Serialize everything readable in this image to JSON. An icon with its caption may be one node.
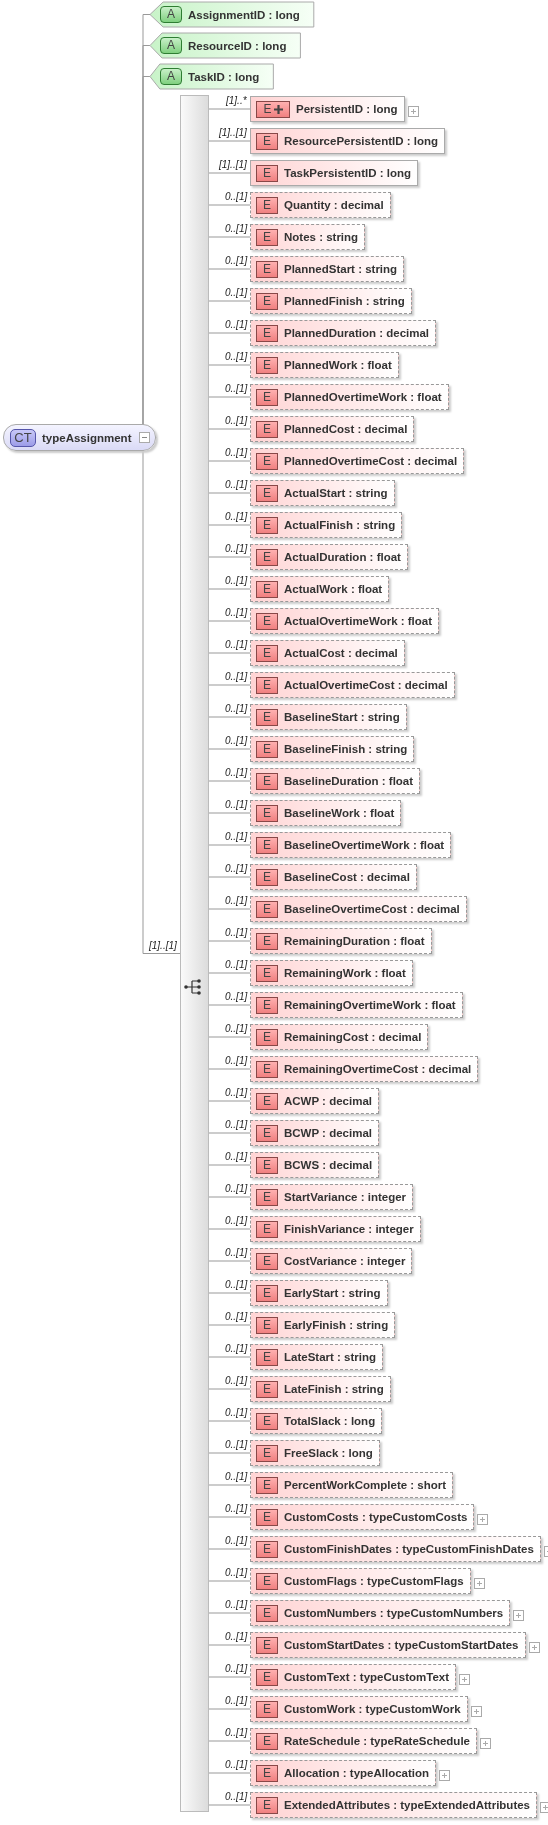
{
  "diagram": {
    "nodes": [
      {
        "text": [
          "CT",
          "typeAssignment"
        ]
      },
      {
        "text": [
          "A",
          "AssignmentID : long"
        ]
      },
      {
        "text": [
          "A",
          "ResourceID : long"
        ]
      },
      {
        "text": [
          "A",
          "TaskID : long"
        ]
      },
      {
        "text": [],
        "shape": "bar"
      },
      {
        "text": [
          "E",
          "PersistentID : long"
        ]
      },
      {
        "text": [
          "E",
          "ResourcePersistentID : long"
        ]
      },
      {
        "text": [
          "E",
          "TaskPersistentID : long"
        ]
      },
      {
        "text": [
          "E",
          "Quantity : decimal"
        ]
      },
      {
        "text": [
          "E",
          "Notes : string"
        ]
      },
      {
        "text": [
          "E",
          "PlannedStart : string"
        ]
      },
      {
        "text": [
          "E",
          "PlannedFinish : string"
        ]
      },
      {
        "text": [
          "E",
          "PlannedDuration : decimal"
        ]
      },
      {
        "text": [
          "E",
          "PlannedWork : float"
        ]
      },
      {
        "text": [
          "E",
          "PlannedOvertimeWork : float"
        ]
      },
      {
        "text": [
          "E",
          "PlannedCost : decimal"
        ]
      },
      {
        "text": [
          "E",
          "PlannedOvertimeCost : decimal"
        ]
      },
      {
        "text": [
          "E",
          "ActualStart : string"
        ]
      },
      {
        "text": [
          "E",
          "ActualFinish : string"
        ]
      },
      {
        "text": [
          "E",
          "ActualDuration : float"
        ]
      },
      {
        "text": [
          "E",
          "ActualWork : float"
        ]
      },
      {
        "text": [
          "E",
          "ActualOvertimeWork : float"
        ]
      },
      {
        "text": [
          "E",
          "ActualCost : decimal"
        ]
      },
      {
        "text": [
          "E",
          "ActualOvertimeCost : decimal"
        ]
      },
      {
        "text": [
          "E",
          "BaselineStart : string"
        ]
      },
      {
        "text": [
          "E",
          "BaselineFinish : string"
        ]
      },
      {
        "text": [
          "E",
          "BaselineDuration : float"
        ]
      },
      {
        "text": [
          "E",
          "BaselineWork : float"
        ]
      },
      {
        "text": [
          "E",
          "BaselineOvertimeWork : float"
        ]
      },
      {
        "text": [
          "E",
          "BaselineCost : decimal"
        ]
      },
      {
        "text": [
          "E",
          "BaselineOvertimeCost : decimal"
        ]
      },
      {
        "text": [
          "E",
          "RemainingDuration : float"
        ]
      },
      {
        "text": [
          "E",
          "RemainingWork : float"
        ]
      },
      {
        "text": [
          "E",
          "RemainingOvertimeWork : float"
        ]
      },
      {
        "text": [
          "E",
          "RemainingCost : decimal"
        ]
      },
      {
        "text": [
          "E",
          "RemainingOvertimeCost : decimal"
        ]
      },
      {
        "text": [
          "E",
          "ACWP : decimal"
        ]
      },
      {
        "text": [
          "E",
          "BCWP : decimal"
        ]
      },
      {
        "text": [
          "E",
          "BCWS : decimal"
        ]
      },
      {
        "text": [
          "E",
          "StartVariance : integer"
        ]
      },
      {
        "text": [
          "E",
          "FinishVariance : integer"
        ]
      },
      {
        "text": [
          "E",
          "CostVariance : integer"
        ]
      },
      {
        "text": [
          "E",
          "EarlyStart : string"
        ]
      },
      {
        "text": [
          "E",
          "EarlyFinish : string"
        ]
      },
      {
        "text": [
          "E",
          "LateStart : string"
        ]
      },
      {
        "text": [
          "E",
          "LateFinish : string"
        ]
      },
      {
        "text": [
          "E",
          "TotalSlack : long"
        ]
      },
      {
        "text": [
          "E",
          "FreeSlack : long"
        ]
      },
      {
        "text": [
          "E",
          "PercentWorkComplete : short"
        ]
      },
      {
        "text": [
          "E",
          "CustomCosts : typeCustomCosts"
        ]
      },
      {
        "text": [
          "E",
          "CustomFinishDates : typeCustomFinishDates"
        ]
      },
      {
        "text": [
          "E",
          "CustomFlags : typeCustomFlags"
        ]
      },
      {
        "text": [
          "E",
          "CustomNumbers : typeCustomNumbers"
        ]
      },
      {
        "text": [
          "E",
          "CustomStartDates : typeCustomStartDates"
        ]
      },
      {
        "text": [
          "E",
          "CustomText : typeCustomText"
        ]
      },
      {
        "text": [
          "E",
          "CustomWork : typeCustomWork"
        ]
      },
      {
        "text": [
          "E",
          "RateSchedule : typeRateSchedule"
        ]
      },
      {
        "text": [
          "E",
          "Allocation : typeAllocation"
        ]
      },
      {
        "text": [
          "E",
          "ExtendedAttributes : typeExtendedAttributes"
        ]
      }
    ],
    "edges": [
      {
        "from": 0,
        "to": 1,
        "arrow": "none"
      },
      {
        "from": 0,
        "to": 2,
        "arrow": "none"
      },
      {
        "from": 0,
        "to": 3,
        "arrow": "none"
      },
      {
        "from": 0,
        "to": 4,
        "arrow": "none",
        "label": "[1]..[1]"
      },
      {
        "from": 4,
        "to": 5,
        "arrow": "none",
        "label": "[1]..*"
      },
      {
        "from": 4,
        "to": 6,
        "arrow": "none",
        "label": "[1]..[1]"
      },
      {
        "from": 4,
        "to": 7,
        "arrow": "none",
        "label": "[1]..[1]"
      },
      {
        "from": 4,
        "to": 8,
        "arrow": "none",
        "label": "0..[1]"
      },
      {
        "from": 4,
        "to": 9,
        "arrow": "none",
        "label": "0..[1]"
      },
      {
        "from": 4,
        "to": 10,
        "arrow": "none",
        "label": "0..[1]"
      },
      {
        "from": 4,
        "to": 11,
        "arrow": "none",
        "label": "0..[1]"
      },
      {
        "from": 4,
        "to": 12,
        "arrow": "none",
        "label": "0..[1]"
      },
      {
        "from": 4,
        "to": 13,
        "arrow": "none",
        "label": "0..[1]"
      },
      {
        "from": 4,
        "to": 14,
        "arrow": "none",
        "label": "0..[1]"
      },
      {
        "from": 4,
        "to": 15,
        "arrow": "none",
        "label": "0..[1]"
      },
      {
        "from": 4,
        "to": 16,
        "arrow": "none",
        "label": "0..[1]"
      },
      {
        "from": 4,
        "to": 17,
        "arrow": "none",
        "label": "0..[1]"
      },
      {
        "from": 4,
        "to": 18,
        "arrow": "none",
        "label": "0..[1]"
      },
      {
        "from": 4,
        "to": 19,
        "arrow": "none",
        "label": "0..[1]"
      },
      {
        "from": 4,
        "to": 20,
        "arrow": "none",
        "label": "0..[1]"
      },
      {
        "from": 4,
        "to": 21,
        "arrow": "none",
        "label": "0..[1]"
      },
      {
        "from": 4,
        "to": 22,
        "arrow": "none",
        "label": "0..[1]"
      },
      {
        "from": 4,
        "to": 23,
        "arrow": "none",
        "label": "0..[1]"
      },
      {
        "from": 4,
        "to": 24,
        "arrow": "none",
        "label": "0..[1]"
      },
      {
        "from": 4,
        "to": 25,
        "arrow": "none",
        "label": "0..[1]"
      },
      {
        "from": 4,
        "to": 26,
        "arrow": "none",
        "label": "0..[1]"
      },
      {
        "from": 4,
        "to": 27,
        "arrow": "none",
        "label": "0..[1]"
      },
      {
        "from": 4,
        "to": 28,
        "arrow": "none",
        "label": "0..[1]"
      },
      {
        "from": 4,
        "to": 29,
        "arrow": "none",
        "label": "0..[1]"
      },
      {
        "from": 4,
        "to": 30,
        "arrow": "none",
        "label": "0..[1]"
      },
      {
        "from": 4,
        "to": 31,
        "arrow": "none",
        "label": "0..[1]"
      },
      {
        "from": 4,
        "to": 32,
        "arrow": "none",
        "label": "0..[1]"
      },
      {
        "from": 4,
        "to": 33,
        "arrow": "none",
        "label": "0..[1]"
      },
      {
        "from": 4,
        "to": 34,
        "arrow": "none",
        "label": "0..[1]"
      },
      {
        "from": 4,
        "to": 35,
        "arrow": "none",
        "label": "0..[1]"
      },
      {
        "from": 4,
        "to": 36,
        "arrow": "none",
        "label": "0..[1]"
      },
      {
        "from": 4,
        "to": 37,
        "arrow": "none",
        "label": "0..[1]"
      },
      {
        "from": 4,
        "to": 38,
        "arrow": "none",
        "label": "0..[1]"
      },
      {
        "from": 4,
        "to": 39,
        "arrow": "none",
        "label": "0..[1]"
      },
      {
        "from": 4,
        "to": 40,
        "arrow": "none",
        "label": "0..[1]"
      },
      {
        "from": 4,
        "to": 41,
        "arrow": "none",
        "label": "0..[1]"
      },
      {
        "from": 4,
        "to": 42,
        "arrow": "none",
        "label": "0..[1]"
      },
      {
        "from": 4,
        "to": 43,
        "arrow": "none",
        "label": "0..[1]"
      },
      {
        "from": 4,
        "to": 44,
        "arrow": "none",
        "label": "0..[1]"
      },
      {
        "from": 4,
        "to": 45,
        "arrow": "none",
        "label": "0..[1]"
      },
      {
        "from": 4,
        "to": 46,
        "arrow": "none",
        "label": "0..[1]"
      },
      {
        "from": 4,
        "to": 47,
        "arrow": "none",
        "label": "0..[1]"
      },
      {
        "from": 4,
        "to": 48,
        "arrow": "none",
        "label": "0..[1]"
      },
      {
        "from": 4,
        "to": 49,
        "arrow": "none",
        "label": "0..[1]"
      },
      {
        "from": 4,
        "to": 50,
        "arrow": "none",
        "label": "0..[1]"
      },
      {
        "from": 4,
        "to": 51,
        "arrow": "none",
        "label": "0..[1]"
      },
      {
        "from": 4,
        "to": 52,
        "arrow": "none",
        "label": "0..[1]"
      },
      {
        "from": 4,
        "to": 53,
        "arrow": "none",
        "label": "0..[1]"
      },
      {
        "from": 4,
        "to": 54,
        "arrow": "none",
        "label": "0..[1]"
      },
      {
        "from": 4,
        "to": 55,
        "arrow": "none",
        "label": "0..[1]"
      },
      {
        "from": 4,
        "to": 56,
        "arrow": "none",
        "label": "0..[1]"
      },
      {
        "from": 4,
        "to": 57,
        "arrow": "none",
        "label": "0..[1]"
      },
      {
        "from": 4,
        "to": 58,
        "arrow": "none",
        "label": "0..[1]"
      }
    ]
  }
}
